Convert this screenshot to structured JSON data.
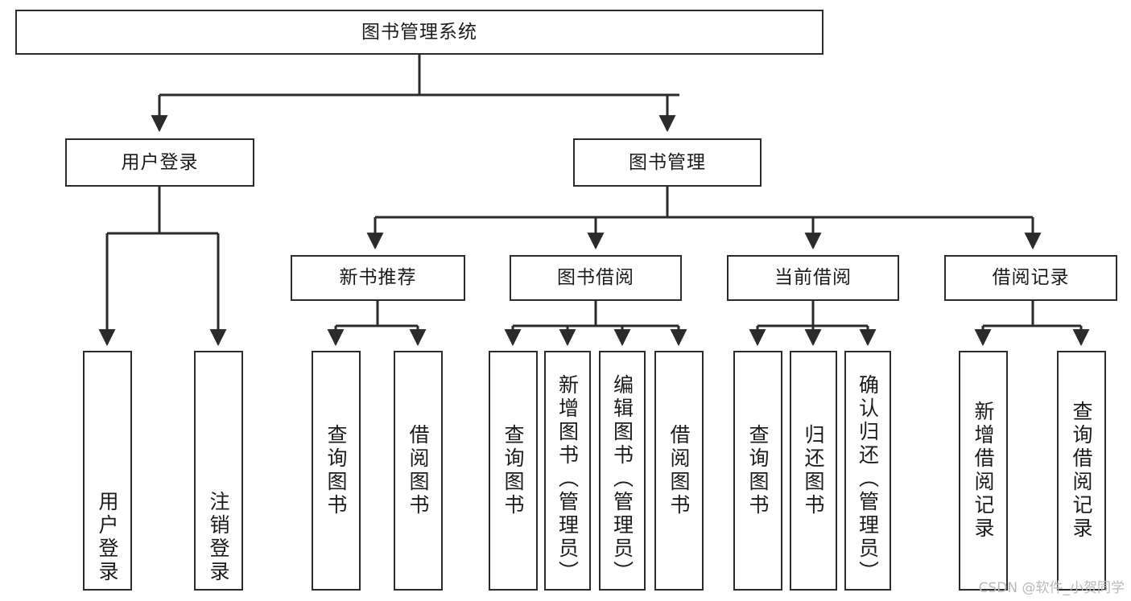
{
  "diagram": {
    "title": "图书管理系统",
    "type": "hierarchy-tree",
    "watermark": "CSDN @软件_小贺同学",
    "colors": {
      "stroke": "#2b2b2b",
      "background": "#ffffff",
      "text": "#1b1b1b",
      "watermark": "#b9b9b9"
    }
  },
  "nodes": {
    "root": {
      "label": "图书管理系统"
    },
    "level2": [
      {
        "label": "用户登录"
      },
      {
        "label": "图书管理"
      }
    ],
    "level3": [
      {
        "label": "新书推荐"
      },
      {
        "label": "图书借阅"
      },
      {
        "label": "当前借阅"
      },
      {
        "label": "借阅记录"
      }
    ],
    "leaves": {
      "user_login": [
        {
          "label": "用户登录"
        },
        {
          "label": "注销登录"
        }
      ],
      "new_book_recommend": [
        {
          "label": "查询图书"
        },
        {
          "label": "借阅图书"
        }
      ],
      "book_borrow": [
        {
          "label": "查询图书"
        },
        {
          "label": "新增图书（管理员）"
        },
        {
          "label": "编辑图书（管理员）"
        },
        {
          "label": "借阅图书"
        }
      ],
      "current_borrow": [
        {
          "label": "查询图书"
        },
        {
          "label": "归还图书"
        },
        {
          "label": "确认归还（管理员）"
        }
      ],
      "borrow_record": [
        {
          "label": "新增借阅记录"
        },
        {
          "label": "查询借阅记录"
        }
      ]
    }
  }
}
